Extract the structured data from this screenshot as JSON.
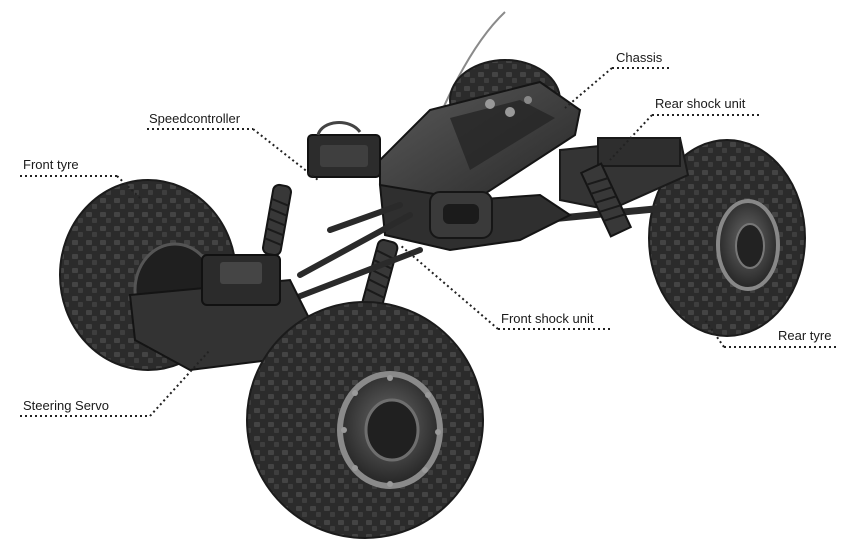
{
  "labels": {
    "chassis": "Chassis",
    "speedcontroller": "Speedcontroller",
    "rear_shock_unit": "Rear shock unit",
    "front_tyre": "Front tyre",
    "front_shock_unit": "Front shock unit",
    "rear_tyre": "Rear tyre",
    "steering_servo": "Steering Servo"
  },
  "colors": {
    "tyre": "#2a2a2a",
    "tyre_tread": "#3d3d3d",
    "rim": "#555555",
    "chassis": "#3a3a3a",
    "leader_line": "#222222"
  }
}
